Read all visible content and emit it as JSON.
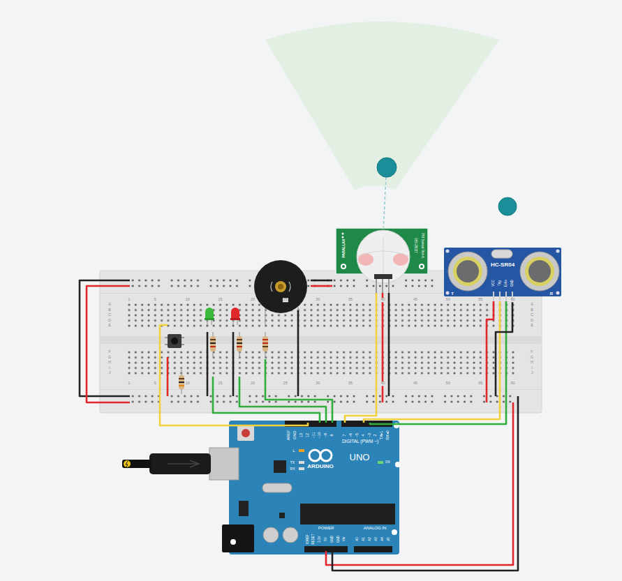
{
  "diagram": {
    "nodes": [
      {
        "text": [
          "1",
          "5",
          "10",
          "15",
          "20",
          "25",
          "30",
          "35",
          "40",
          "45",
          "50",
          "55",
          "60",
          "1",
          "5",
          "10",
          "15",
          "20",
          "25",
          "30",
          "35",
          "40",
          "45",
          "50",
          "55",
          "60",
          "A",
          "B",
          "C",
          "D",
          "E",
          "A",
          "B",
          "C",
          "D",
          "E",
          "F",
          "G",
          "H",
          "I",
          "J",
          "F",
          "G",
          "H",
          "I",
          "J"
        ]
      },
      {
        "text": [
          "PIR Sensor Rev A",
          "555-28027",
          "PARALLAX"
        ]
      },
      {
        "text": [
          "HC-SR04",
          "VCC",
          "Trig",
          "Echo",
          "GND",
          "T",
          "R"
        ]
      },
      {
        "text": [
          "AREF",
          "GND",
          "13",
          "12",
          "~11",
          "~10",
          "~9",
          "8",
          "7",
          "~6",
          "~5",
          "4",
          "~3",
          "2",
          "TX▸1",
          "RX◂0",
          "DIGITAL (PWM ~)",
          "L",
          "TX",
          "RX",
          "ARDUINO",
          "UNO",
          "ON",
          "IOREF",
          "RESET",
          "3.3V",
          "5V",
          "GND",
          "GND",
          "Vin",
          "POWER",
          "ANALOG IN",
          "A0",
          "A1",
          "A2",
          "A3",
          "A4",
          "A5"
        ]
      }
    ]
  }
}
